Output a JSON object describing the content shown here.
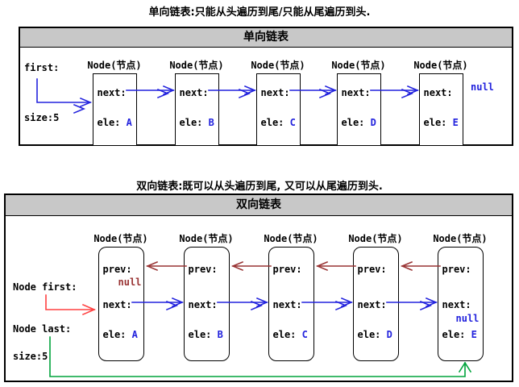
{
  "colors": {
    "c-blue": "#2222dd",
    "c-darkred": "#993333",
    "c-red": "#ff4040",
    "c-green": "#00a33c",
    "c-header": "#c8c8c8"
  },
  "diagram1": {
    "title": "单向链表:只能从头遍历到尾/只能从尾遍历到头.",
    "header": "单向链表",
    "first_label": "first:",
    "size_label": "size:5",
    "null_label": "null",
    "node_type_label": "Node(节点)",
    "next_label": "next:",
    "ele_label": "ele: ",
    "nodes": [
      {
        "ele": "A"
      },
      {
        "ele": "B"
      },
      {
        "ele": "C"
      },
      {
        "ele": "D"
      },
      {
        "ele": "E"
      }
    ]
  },
  "diagram2": {
    "title": "双向链表:既可以从头遍历到尾, 又可以从尾遍历到头.",
    "header": "双向链表",
    "first_label": "Node first:",
    "last_label": "Node last:",
    "size_label": "size:5",
    "node_type_label": "Node(节点)",
    "prev_label": "prev:",
    "next_label": "next:",
    "ele_label": "ele: ",
    "prev_null": "null",
    "next_null": "null",
    "nodes": [
      {
        "ele": "A"
      },
      {
        "ele": "B"
      },
      {
        "ele": "C"
      },
      {
        "ele": "D"
      },
      {
        "ele": "E"
      }
    ]
  }
}
